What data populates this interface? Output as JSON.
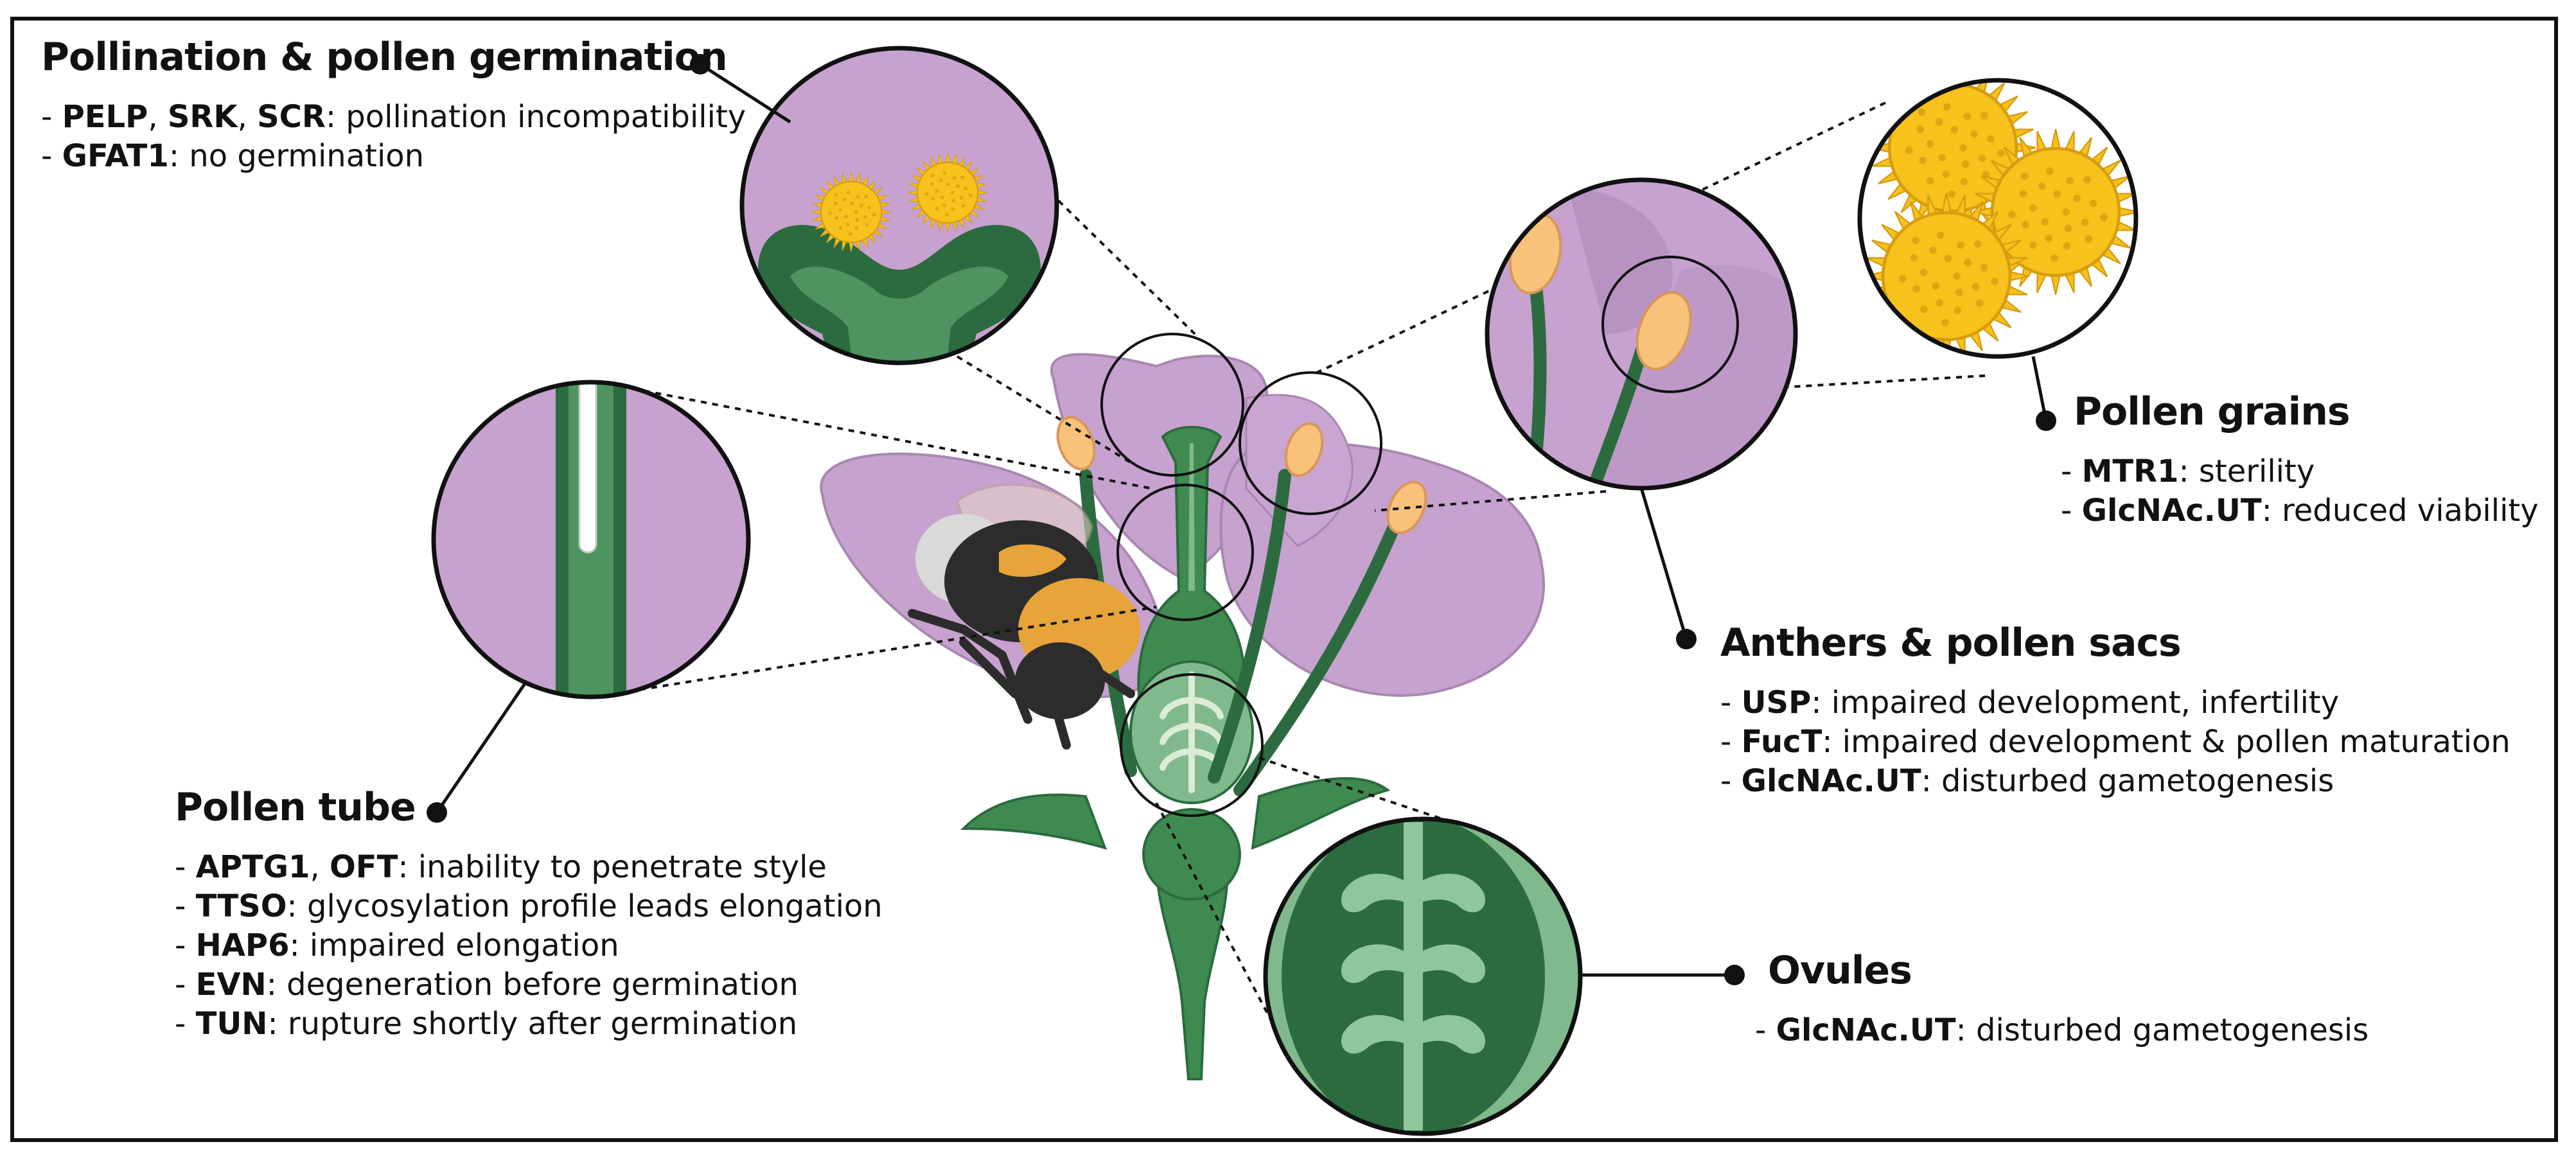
{
  "colors": {
    "petal": "#c7a2cf",
    "petal_edge": "#a887b0",
    "stem_dark": "#2b6b3f",
    "stem_mid": "#3f8a50",
    "stem_light": "#7fb98c",
    "anther": "#f8c27a",
    "pollen": "#f6c21b",
    "bee_dark": "#2c2c2c",
    "bee_yellow": "#e7a43a",
    "line": "#111111"
  },
  "icons": [
    "bee-illustration",
    "flower-illustration",
    "pollen-grain-icon",
    "ovule-icon",
    "stigma-icon",
    "anther-icon"
  ],
  "sections": {
    "pollination": {
      "title": "Pollination & pollen germination",
      "items": [
        {
          "genes": [
            "PELP",
            "SRK",
            "SCR"
          ],
          "effect": "pollination incompatibility"
        },
        {
          "genes": [
            "GFAT1"
          ],
          "effect": "no germination"
        }
      ]
    },
    "pollen_grains": {
      "title": "Pollen grains",
      "items": [
        {
          "genes": [
            "MTR1"
          ],
          "effect": "sterility"
        },
        {
          "genes": [
            "GlcNAc.UT"
          ],
          "effect": "reduced viability"
        }
      ]
    },
    "anthers": {
      "title": "Anthers & pollen sacs",
      "items": [
        {
          "genes": [
            "USP"
          ],
          "effect": "impaired development, infertility"
        },
        {
          "genes": [
            "FucT"
          ],
          "effect": "impaired development & pollen maturation"
        },
        {
          "genes": [
            "GlcNAc.UT"
          ],
          "effect": "disturbed gametogenesis"
        }
      ]
    },
    "pollen_tube": {
      "title": "Pollen tube",
      "items": [
        {
          "genes": [
            "APTG1",
            "OFT"
          ],
          "effect": "inability to penetrate style"
        },
        {
          "genes": [
            "TTSO"
          ],
          "effect": "glycosylation profile leads elongation"
        },
        {
          "genes": [
            "HAP6"
          ],
          "effect": "impaired elongation"
        },
        {
          "genes": [
            "EVN"
          ],
          "effect": "degeneration before germination"
        },
        {
          "genes": [
            "TUN"
          ],
          "effect": "rupture shortly after germination"
        }
      ]
    },
    "ovules": {
      "title": "Ovules",
      "items": [
        {
          "genes": [
            "GlcNAc.UT"
          ],
          "effect": "disturbed gametogenesis"
        }
      ]
    }
  }
}
